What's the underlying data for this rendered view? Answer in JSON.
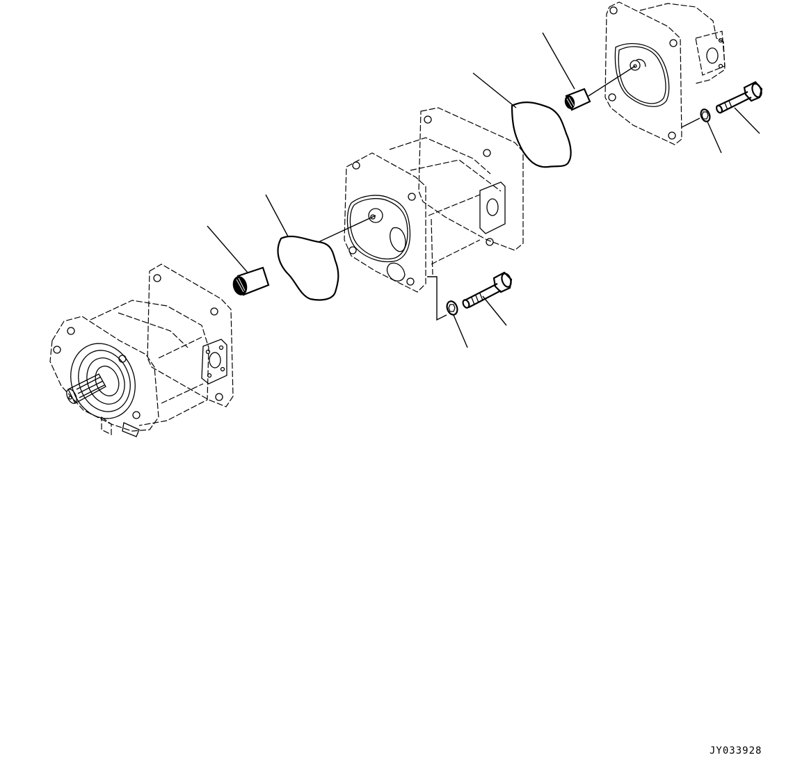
{
  "diagram": {
    "type": "exploded-parts-view",
    "subject": "tandem hydraulic gear pump assembly",
    "reference_code": "JY033928",
    "line_color": "#000000",
    "background_color": "#ffffff",
    "parts": [
      {
        "id": "front-pump",
        "label": "front pump section with splined input shaft"
      },
      {
        "id": "coupling-1",
        "label": "spline coupling (front)"
      },
      {
        "id": "o-ring-1",
        "label": "O-ring (front)"
      },
      {
        "id": "middle-pump",
        "label": "middle pump section"
      },
      {
        "id": "washer-1",
        "label": "washer (middle)"
      },
      {
        "id": "bolt-1",
        "label": "bolt (middle)"
      },
      {
        "id": "o-ring-2",
        "label": "O-ring (rear)"
      },
      {
        "id": "coupling-2",
        "label": "spline coupling (rear)"
      },
      {
        "id": "rear-pump",
        "label": "rear pump section"
      },
      {
        "id": "washer-2",
        "label": "washer (rear)"
      },
      {
        "id": "bolt-2",
        "label": "bolt (rear)"
      }
    ]
  }
}
